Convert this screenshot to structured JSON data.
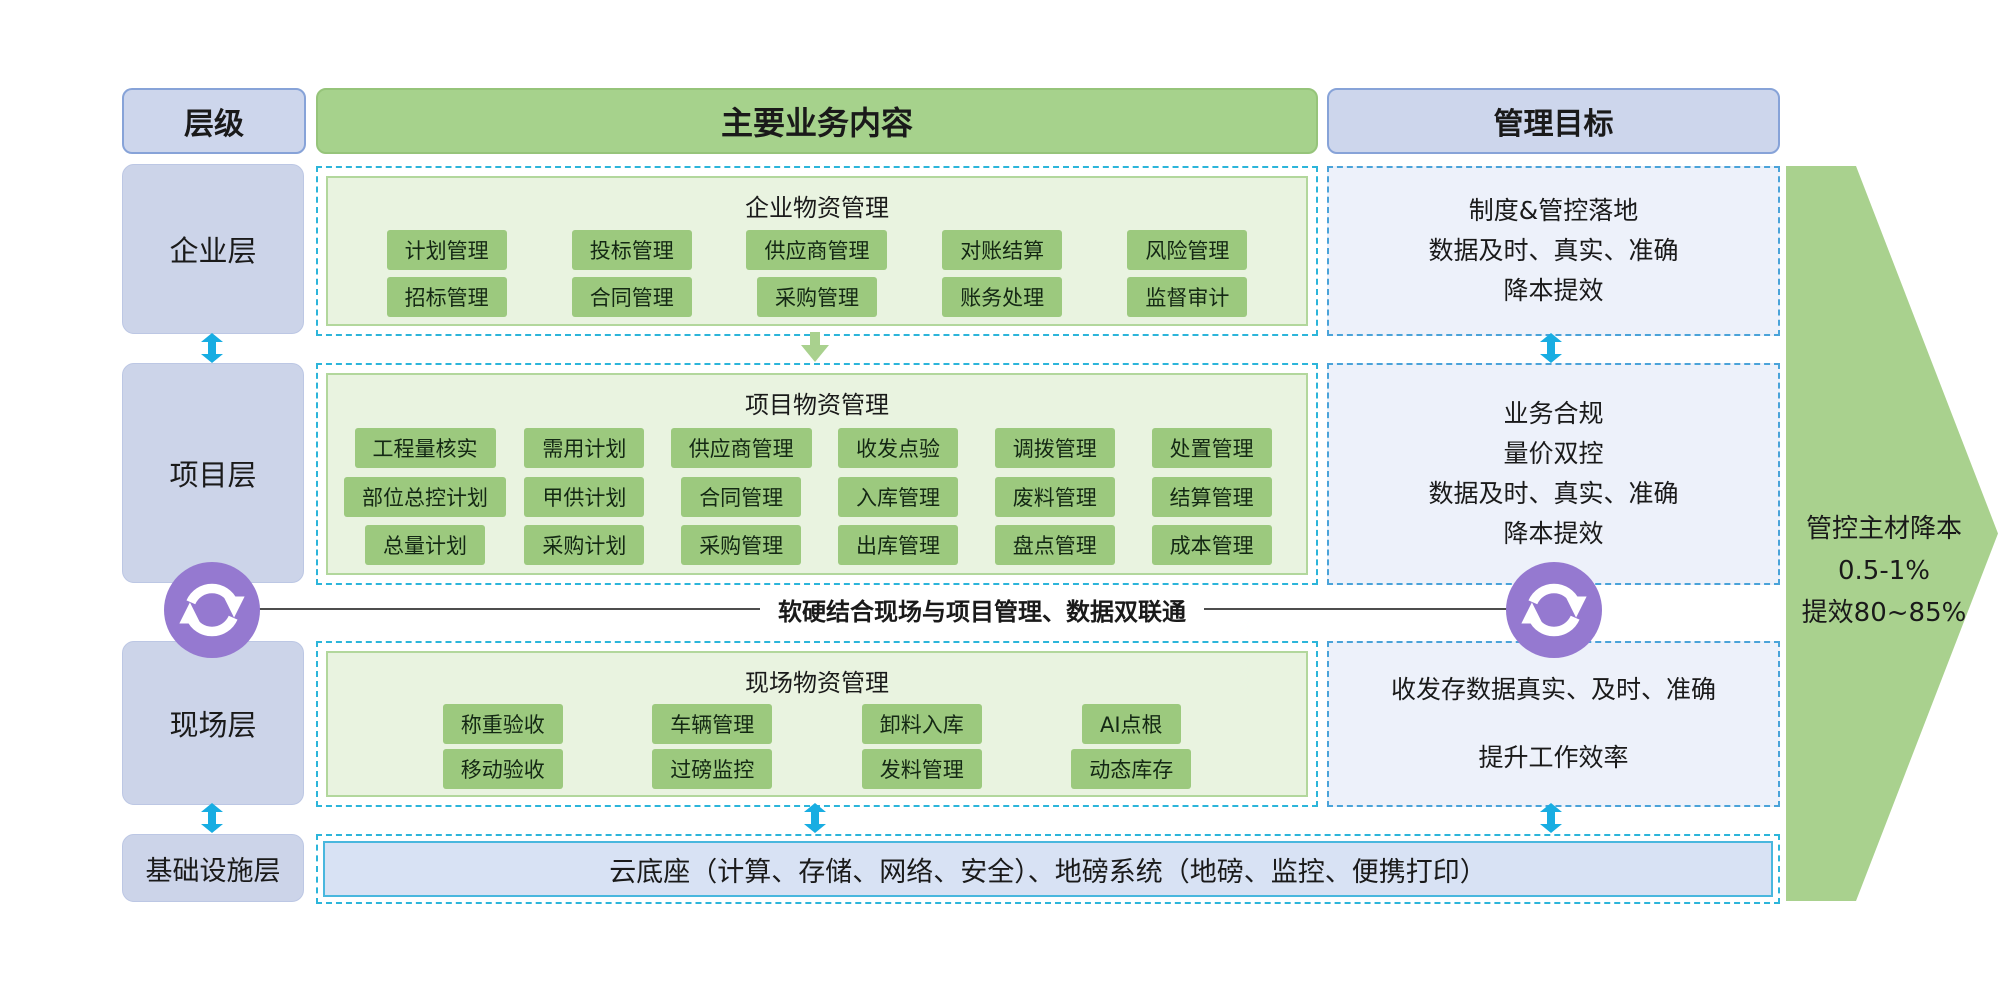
{
  "header": {
    "level": "层级",
    "business": "主要业务内容",
    "goal": "管理目标"
  },
  "rows": {
    "enterprise": {
      "layer": "企业层",
      "panel_title": "企业物资管理",
      "chips": [
        "计划管理",
        "投标管理",
        "供应商管理",
        "对账结算",
        "风险管理",
        "招标管理",
        "合同管理",
        "采购管理",
        "账务处理",
        "监督审计"
      ],
      "goals": [
        "制度&管控落地",
        "数据及时、真实、准确",
        "降本提效"
      ]
    },
    "project": {
      "layer": "项目层",
      "panel_title": "项目物资管理",
      "chips": [
        "工程量核实",
        "需用计划",
        "供应商管理",
        "收发点验",
        "调拨管理",
        "处置管理",
        "部位总控计划",
        "甲供计划",
        "合同管理",
        "入库管理",
        "废料管理",
        "结算管理",
        "总量计划",
        "采购计划",
        "采购管理",
        "出库管理",
        "盘点管理",
        "成本管理"
      ],
      "goals": [
        "业务合规",
        "量价双控",
        "数据及时、真实、准确",
        "降本提效"
      ]
    },
    "site": {
      "layer": "现场层",
      "panel_title": "现场物资管理",
      "chips": [
        "称重验收",
        "车辆管理",
        "卸料入库",
        "AI点根",
        "移动验收",
        "过磅监控",
        "发料管理",
        "动态库存"
      ],
      "goals": [
        "收发存数据真实、及时、准确",
        "提升工作效率"
      ]
    },
    "infrastructure": {
      "layer": "基础设施层",
      "bar_text": "云底座（计算、存储、网络、安全）、地磅系统（地磅、监控、便携打印）"
    }
  },
  "divider": {
    "text": "软硬结合现场与项目管理、数据双联通"
  },
  "side_arrow": {
    "lines": [
      "管控主材降本",
      "0.5-1%",
      "提效80~85%"
    ]
  },
  "icons": {
    "sync": "sync-arrows-icon",
    "double_arrow": "double-headed-arrow-icon",
    "down_arrow": "down-arrow-icon"
  },
  "colors": {
    "header_green": "#a6d28c",
    "chip_green": "#9cc97e",
    "panel_green_bg": "#e9f3e0",
    "lavender": "#cdd6ec",
    "goal_box_bg": "#edf1fa",
    "dashed_cyan": "#2cb5da",
    "goal_dashed_blue": "#4aa3d9",
    "connector_cyan": "#18ade2",
    "result_arrow_green": "#a9d18e",
    "sync_purple": "#9579d0",
    "infra_bar_bg": "#d8e2f4"
  }
}
